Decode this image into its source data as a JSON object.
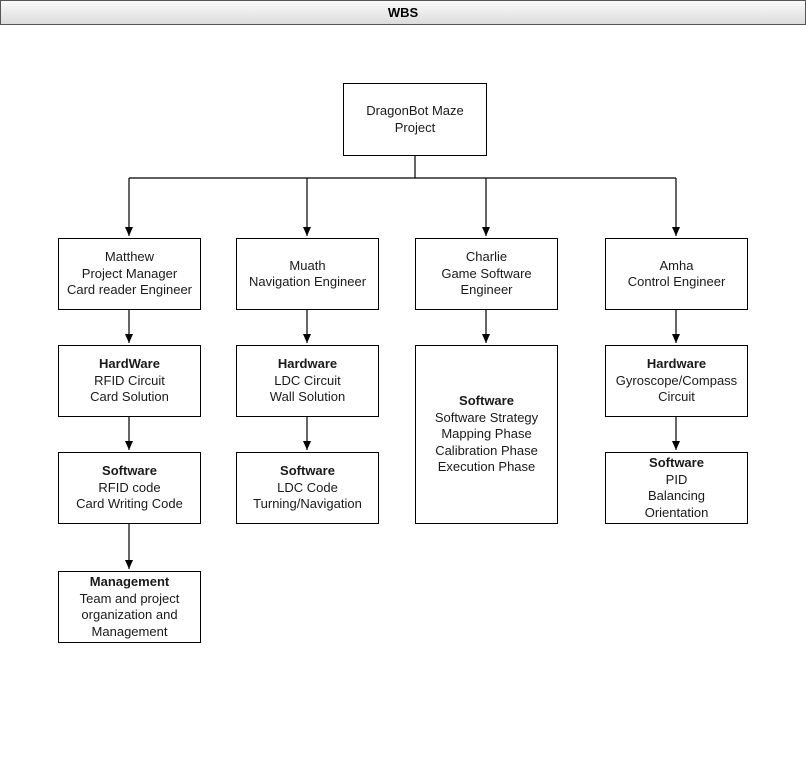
{
  "window": {
    "title": "WBS"
  },
  "diagram": {
    "root": {
      "lines": [
        "DragonBot Maze",
        "Project"
      ]
    },
    "columns": [
      {
        "lead": {
          "lines": [
            "Matthew",
            "Project Manager",
            "Card reader Engineer"
          ]
        },
        "tasks": [
          {
            "heading": "HardWare",
            "lines": [
              "RFID Circuit",
              "Card Solution"
            ]
          },
          {
            "heading": "Software",
            "lines": [
              "RFID code",
              "Card Writing Code"
            ]
          },
          {
            "heading": "Management",
            "lines": [
              "Team and project",
              "organization and",
              "Management"
            ]
          }
        ]
      },
      {
        "lead": {
          "lines": [
            "Muath",
            "Navigation Engineer"
          ]
        },
        "tasks": [
          {
            "heading": "Hardware",
            "lines": [
              "LDC Circuit",
              "Wall Solution"
            ]
          },
          {
            "heading": "Software",
            "lines": [
              "LDC Code",
              "Turning/Navigation"
            ]
          }
        ]
      },
      {
        "lead": {
          "lines": [
            "Charlie",
            "Game Software",
            "Engineer"
          ]
        },
        "tasks": [
          {
            "heading": "Software",
            "lines": [
              "Software Strategy",
              "Mapping Phase",
              "Calibration Phase",
              "Execution Phase"
            ]
          }
        ]
      },
      {
        "lead": {
          "lines": [
            "Amha",
            "Control Engineer"
          ]
        },
        "tasks": [
          {
            "heading": "Hardware",
            "lines": [
              "Gyroscope/Compass",
              "Circuit"
            ]
          },
          {
            "heading": "Software",
            "lines": [
              "PID",
              "Balancing",
              "Orientation"
            ]
          }
        ]
      }
    ]
  }
}
